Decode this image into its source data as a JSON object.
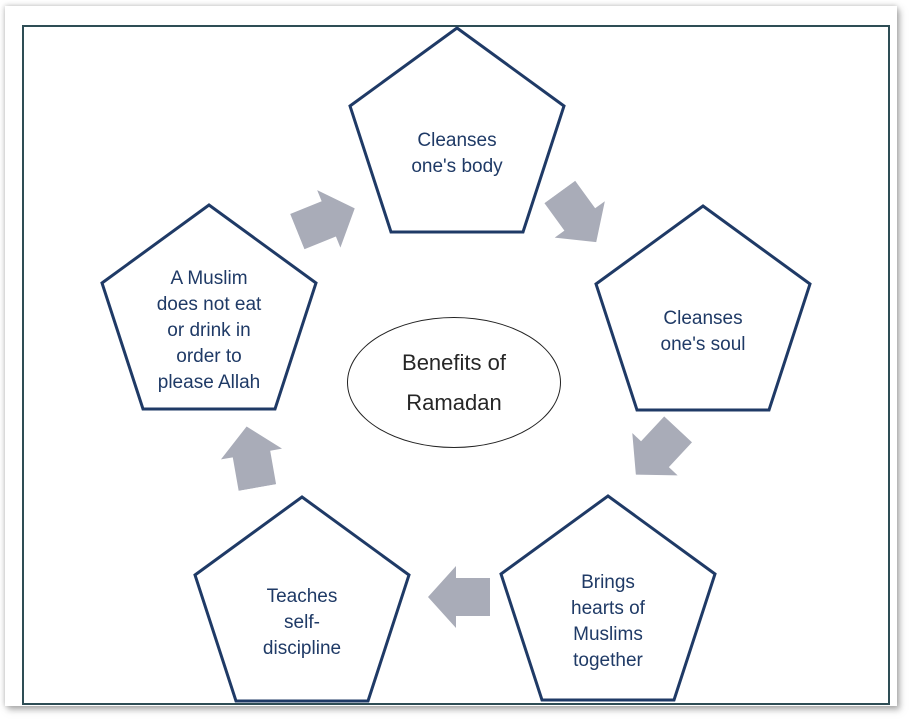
{
  "diagram": {
    "center": {
      "label": "Benefits of\nRamadan"
    },
    "nodes": [
      {
        "id": "top",
        "label": "Cleanses\none's body"
      },
      {
        "id": "right",
        "label": "Cleanses\none's soul"
      },
      {
        "id": "bottom-right",
        "label": "Brings\nhearts of\nMuslims\ntogether"
      },
      {
        "id": "bottom-left",
        "label": "Teaches\nself-\ndiscipline"
      },
      {
        "id": "left",
        "label": "A Muslim\ndoes not eat\nor drink in\norder to\nplease Allah"
      }
    ],
    "arrows": [
      {
        "id": "left-to-top"
      },
      {
        "id": "top-to-right"
      },
      {
        "id": "right-to-bottom-right"
      },
      {
        "id": "bottom-right-to-bottom-left"
      },
      {
        "id": "bottom-left-to-left"
      }
    ],
    "colors": {
      "shape_outline": "#1f3a66",
      "shape_text": "#1f3a66",
      "arrow_fill": "#a9acb8",
      "center_text": "#262626",
      "frame_border": "#2e4d55"
    }
  }
}
